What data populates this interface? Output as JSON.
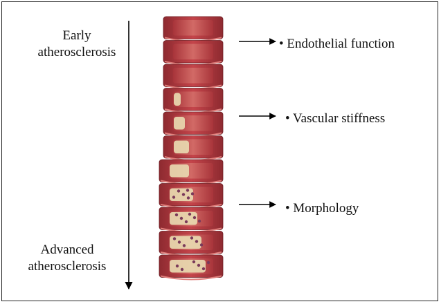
{
  "diagram": {
    "stage_start": {
      "line1": "Early",
      "line2": "atherosclerosis"
    },
    "stage_end": {
      "line1": "Advanced",
      "line2": "atherosclerosis"
    },
    "measures": [
      {
        "label": "• Endothelial function"
      },
      {
        "label": "• Vascular stiffness"
      },
      {
        "label": "• Morphology"
      }
    ],
    "colors": {
      "vessel_wall": "#b5363e",
      "vessel_lumen": "#c9555a",
      "wall_highlight": "#e07e7b",
      "plaque": "#e8d9b0",
      "plaque_dark": "#7a3a5a",
      "arrow": "#000000"
    }
  }
}
